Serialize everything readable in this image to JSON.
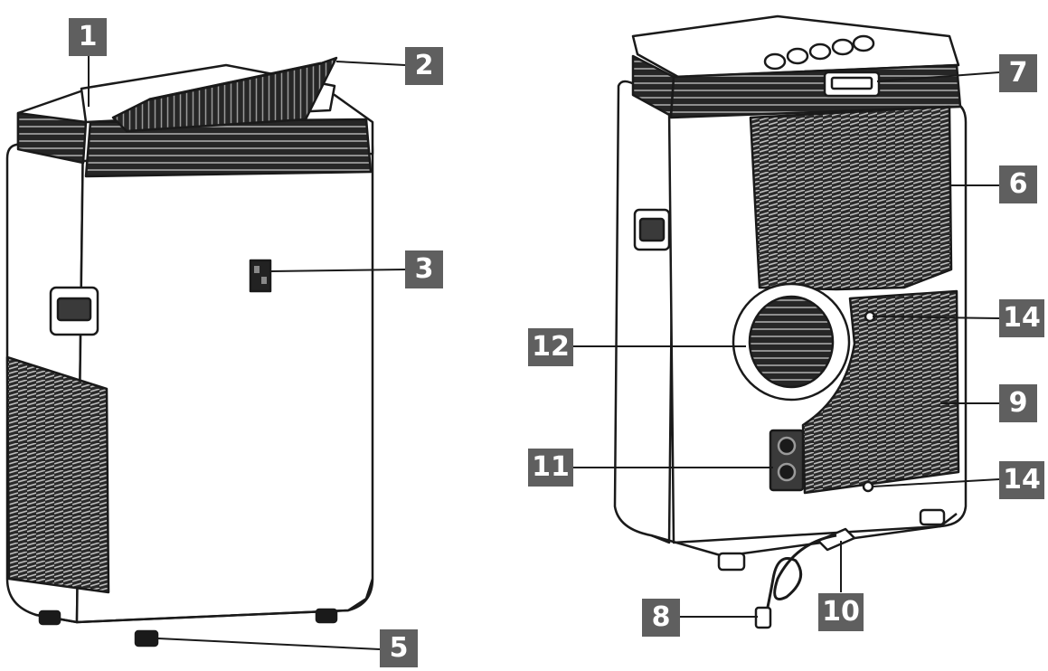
{
  "diagram": {
    "callouts": [
      "1",
      "2",
      "3",
      "5",
      "6",
      "7",
      "8",
      "9",
      "10",
      "11",
      "12",
      "14",
      "14"
    ]
  }
}
